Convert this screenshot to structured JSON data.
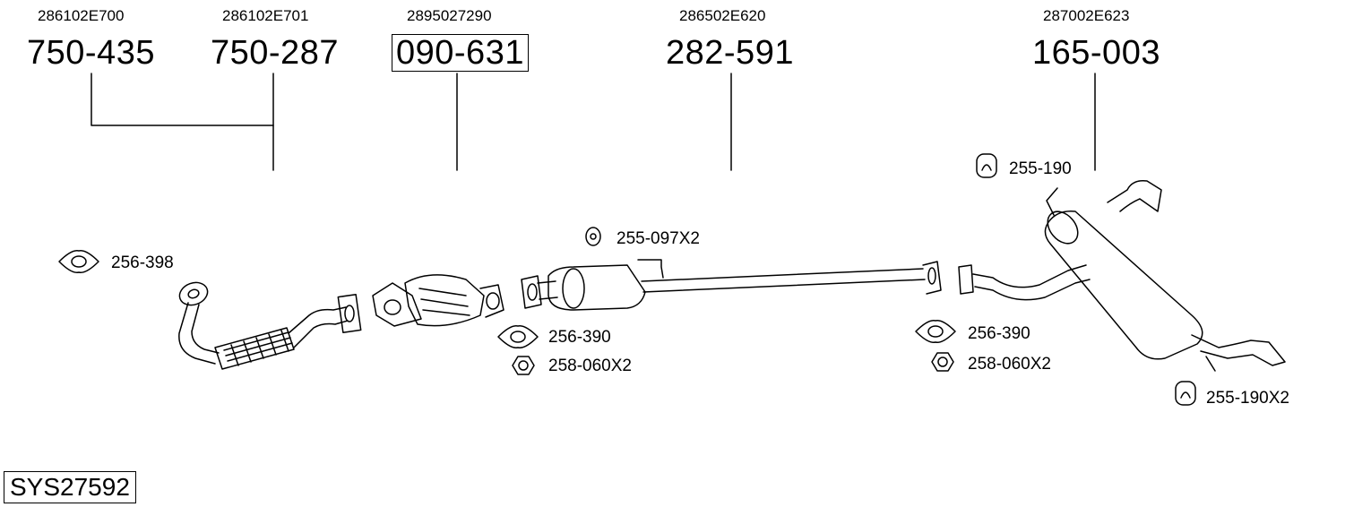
{
  "diagram": {
    "system_code": "SYS27592",
    "parts": [
      {
        "oem": "286102E700",
        "part": "750-435",
        "boxed": false
      },
      {
        "oem": "286102E701",
        "part": "750-287",
        "boxed": false
      },
      {
        "oem": "2895027290",
        "part": "090-631",
        "boxed": true
      },
      {
        "oem": "286502E620",
        "part": "282-591",
        "boxed": false
      },
      {
        "oem": "287002E623",
        "part": "165-003",
        "boxed": false
      }
    ],
    "accessories": [
      {
        "label": "256-398",
        "icon": "gasket-icon"
      },
      {
        "label": "255-097X2",
        "icon": "rubber-hanger-icon"
      },
      {
        "label": "256-390",
        "icon": "gasket-icon"
      },
      {
        "label": "258-060X2",
        "icon": "hex-nut-icon"
      },
      {
        "label": "256-390",
        "icon": "gasket-icon"
      },
      {
        "label": "258-060X2",
        "icon": "hex-nut-icon"
      },
      {
        "label": "255-190",
        "icon": "rubber-hanger-icon"
      },
      {
        "label": "255-190X2",
        "icon": "rubber-hanger-icon"
      }
    ]
  }
}
